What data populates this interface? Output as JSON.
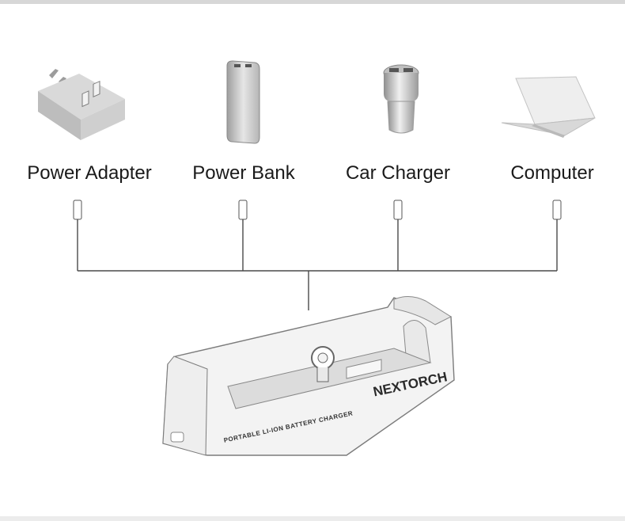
{
  "sources": [
    {
      "label": "Power Adapter",
      "icon": "power-adapter-icon"
    },
    {
      "label": "Power Bank",
      "icon": "power-bank-icon"
    },
    {
      "label": "Car Charger",
      "icon": "car-charger-icon"
    },
    {
      "label": "Computer",
      "icon": "laptop-icon"
    }
  ],
  "charger": {
    "brand": "NEXTORCH",
    "subtitle": "PORTABLE LI-ION BATTERY CHARGER",
    "icon": "battery-charger-icon"
  },
  "colors": {
    "line": "#4a4a4a",
    "device_silver": "#c9c9c9",
    "charger_body": "#f4f4f4",
    "text": "#1a1a1a"
  }
}
